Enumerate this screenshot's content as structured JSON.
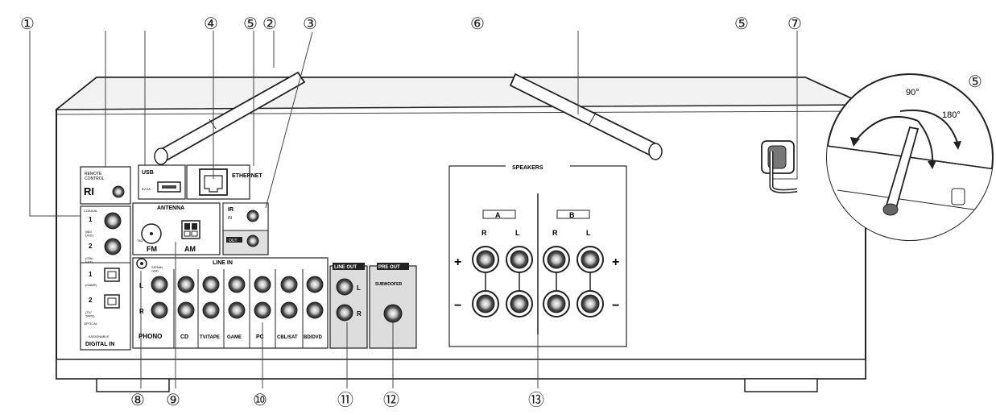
{
  "callouts": {
    "c1": "①",
    "c2": "②",
    "c3": "③",
    "c4": "④",
    "c5a": "⑤",
    "c5b": "⑤",
    "c5c": "⑤",
    "c6": "⑥",
    "c7": "⑦",
    "c8": "⑧",
    "c9": "⑨",
    "c10": "⑩",
    "c11": "⑪",
    "c12": "⑫",
    "c13": "⑬"
  },
  "panel": {
    "remote_control": "REMOTE\nCONTROL",
    "ri": "RI",
    "usb": "USB",
    "usb_rating": "5V/1A",
    "ethernet": "ETHERNET",
    "ir": "IR",
    "ir_in": "IN",
    "ir_out": "OUT",
    "antenna": "ANTENNA",
    "fm": "FM",
    "am": "AM",
    "fm_ohm": "75Ω",
    "coaxial": "COAXIAL",
    "digital_1": "1",
    "digital_1_label": "(BD/\nDVD)",
    "digital_2": "2",
    "digital_2_label": "(CBL/\nSAT)",
    "optical_1": "1",
    "optical_1_label": "(GAME)",
    "optical_2": "2",
    "optical_2_label": "(TV/\nTAPE)",
    "optical": "OPTICAL",
    "assignable": "ASSIGNABLE",
    "digital_in": "DIGITAL IN",
    "signal_gnd": "SIGNAL\nGND",
    "line_in": "LINE IN",
    "phono_l": "L",
    "phono_r": "R",
    "phono": "PHONO",
    "cd": "CD",
    "tv_tape": "TV/TAPE",
    "game": "GAME",
    "pc": "PC",
    "cbl_sat": "CBL/SAT",
    "bd_dvd": "BD/DVD",
    "line_out": "LINE OUT",
    "line_out_l": "L",
    "line_out_r": "R",
    "pre_out": "PRE OUT",
    "subwoofer": "SUBWOOFER",
    "speakers": "SPEAKERS",
    "speaker_a": "A",
    "speaker_b": "B",
    "sp_r1": "R",
    "sp_l1": "L",
    "sp_r2": "R",
    "sp_l2": "L",
    "plus_left": "+",
    "minus_left": "−",
    "plus_right": "+",
    "minus_right": "−"
  },
  "inset": {
    "angle_90": "90°",
    "angle_180": "180°"
  }
}
